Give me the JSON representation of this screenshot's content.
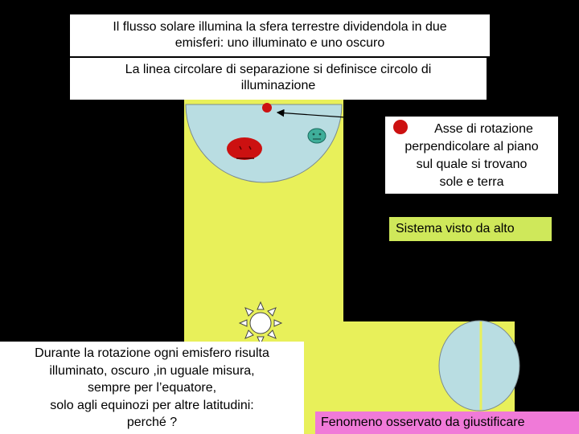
{
  "colors": {
    "background": "#000000",
    "beam": "#e8f05a",
    "earth": "#b9dde2",
    "earth_outline": "#7a8a90",
    "red_person": "#cc1111",
    "green_person": "#3fae9a",
    "axis_dot": "#cc1111",
    "box_green": "#cfe85a",
    "box_pink": "#f07ad8"
  },
  "captions": {
    "flux_line1": "Il flusso solare illumina la sfera terrestre dividendola in due",
    "flux_line2": "emisferi: uno illuminato e uno oscuro",
    "circle_line1": "La linea circolare di separazione si definisce circolo di",
    "circle_line2": "illuminazione",
    "axis_line1": "Asse di rotazione",
    "axis_line2": "perpendicolare al piano",
    "axis_line3": "sul quale si trovano",
    "axis_line4": "sole e terra",
    "top_view": "Sistema visto da alto",
    "rotation_line1": "Durante la rotazione ogni emisfero risulta",
    "rotation_line2": "illuminato,  oscuro ,in uguale misura,",
    "rotation_line3": "sempre per l’equatore,",
    "rotation_line4": "solo agli equinozi per altre latitudini:",
    "rotation_line5": "perché ?",
    "phenomenon": "Fenomeno osservato da giustificare"
  },
  "icons": [
    "sun-icon",
    "earth-sphere",
    "axis-dot-icon",
    "red-face-icon",
    "green-face-icon"
  ]
}
